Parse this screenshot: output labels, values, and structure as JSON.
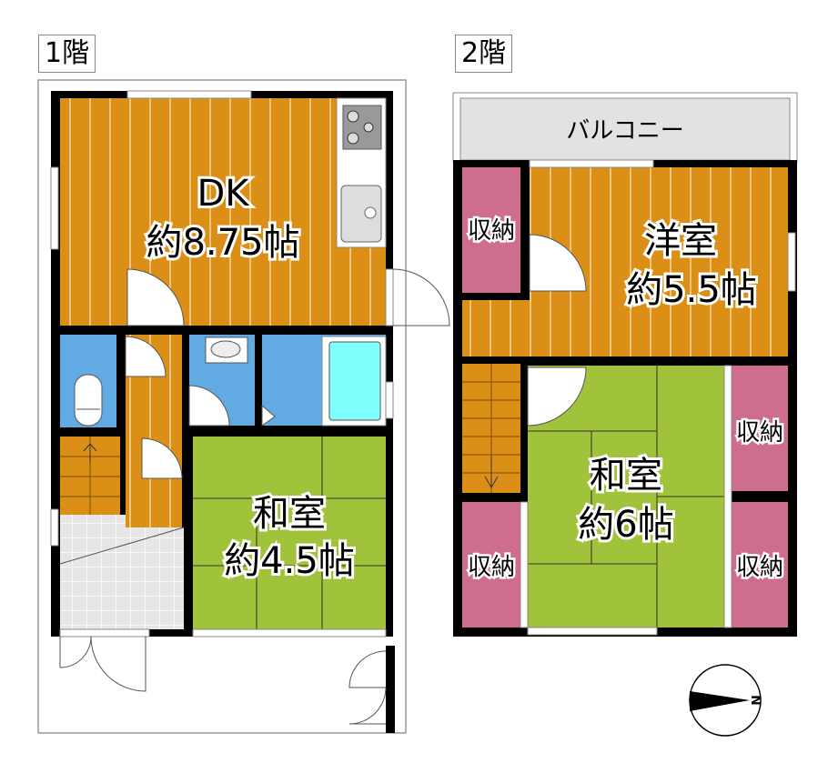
{
  "floors": [
    {
      "label": "1階",
      "rooms": {
        "dk": {
          "name": "DK",
          "size": "約8.75帖"
        },
        "washitsu": {
          "name": "和室",
          "size": "約4.5帖"
        }
      }
    },
    {
      "label": "2階",
      "balcony": "バルコニー",
      "rooms": {
        "yoshitsu": {
          "name": "洋室",
          "size": "約5.5帖"
        },
        "washitsu": {
          "name": "和室",
          "size": "約6帖"
        }
      },
      "storage_label": "収納"
    }
  ],
  "compass": {
    "north_label": "N"
  },
  "colors": {
    "flooring": "#DC8F16",
    "wet_area": "#62AAE2",
    "tatami": "#A1C23B",
    "storage": "#CF6D8C",
    "bathtub": "#80FFFF",
    "balcony": "#E2E2E2"
  }
}
